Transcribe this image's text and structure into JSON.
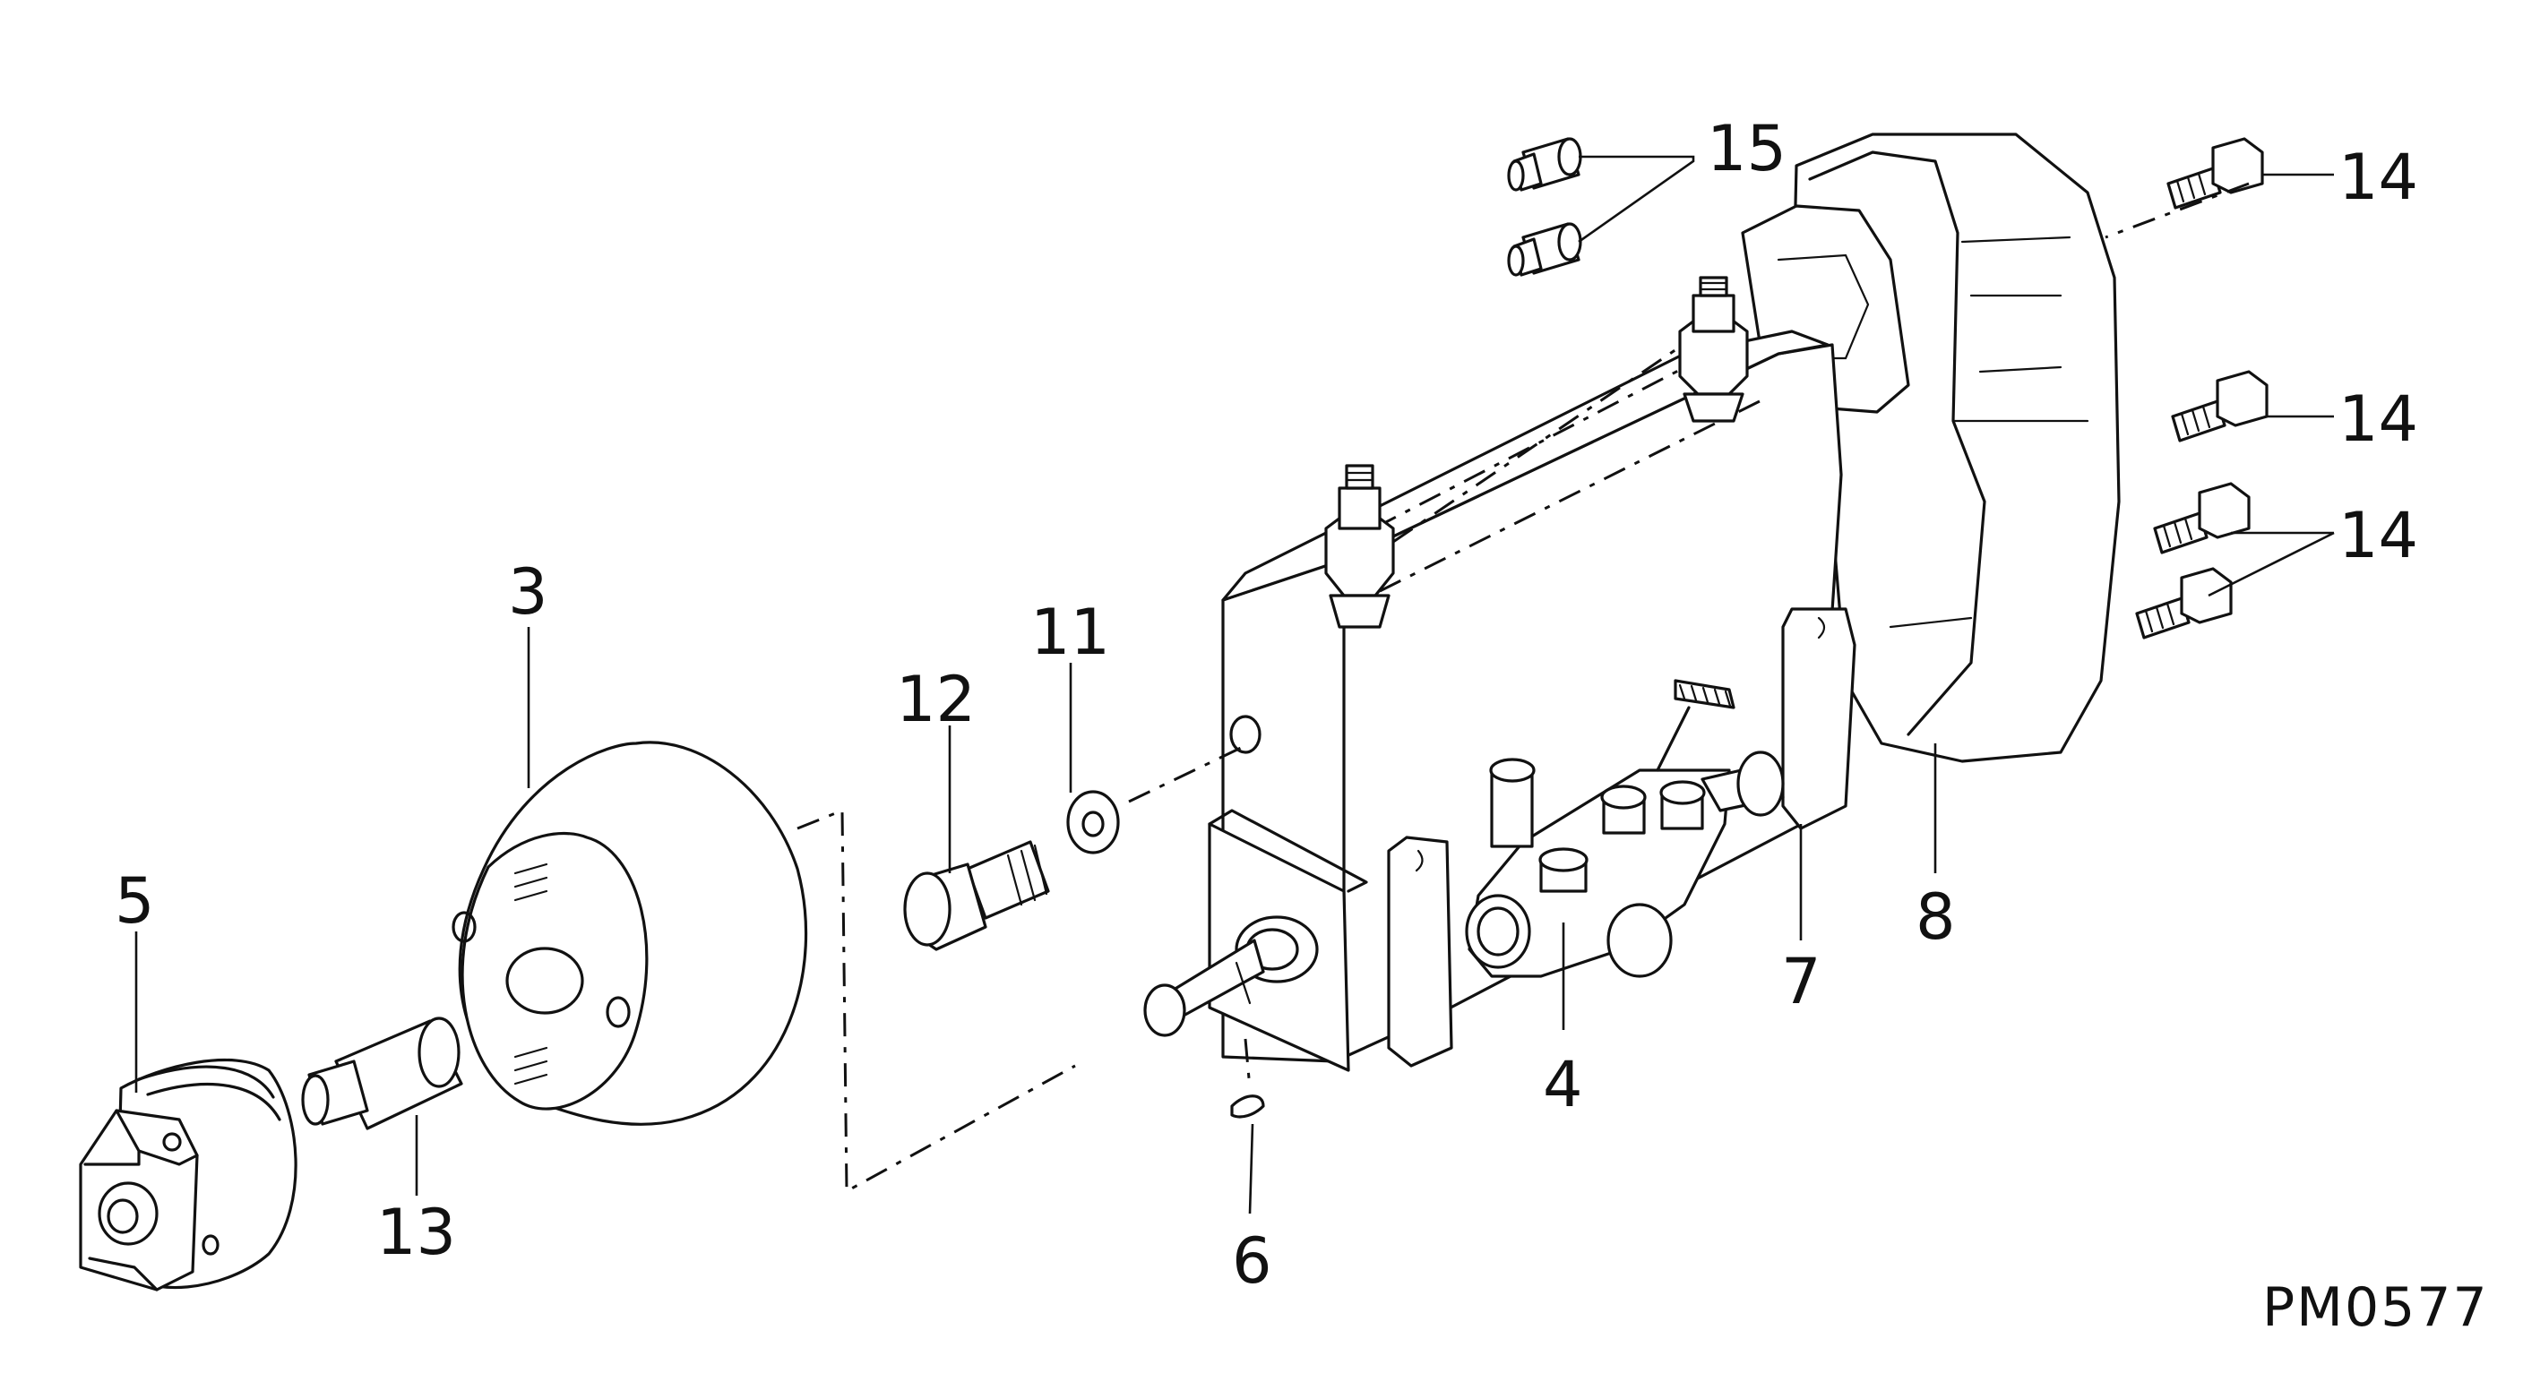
{
  "diagram": {
    "figure_code": "PM0577",
    "callouts": [
      {
        "id": "c3",
        "label": "3"
      },
      {
        "id": "c4",
        "label": "4"
      },
      {
        "id": "c5",
        "label": "5"
      },
      {
        "id": "c6",
        "label": "6"
      },
      {
        "id": "c7",
        "label": "7"
      },
      {
        "id": "c8",
        "label": "8"
      },
      {
        "id": "c11",
        "label": "11"
      },
      {
        "id": "c12",
        "label": "12"
      },
      {
        "id": "c13",
        "label": "13"
      },
      {
        "id": "c14a",
        "label": "14"
      },
      {
        "id": "c14b",
        "label": "14"
      },
      {
        "id": "c14c",
        "label": "14"
      },
      {
        "id": "c15",
        "label": "15"
      }
    ],
    "colors": {
      "ink": "#111111",
      "paper": "#ffffff"
    }
  }
}
